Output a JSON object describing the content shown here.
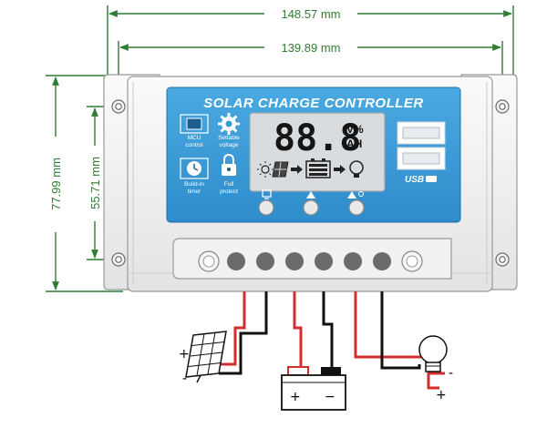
{
  "dimensions": {
    "overall_width": "148.57 mm",
    "mounting_width": "139.89 mm",
    "overall_height": "77.99 mm",
    "mounting_height": "55.71 mm"
  },
  "panel": {
    "title": "SOLAR CHARGE CONTROLLER",
    "lcd_digits": "88.8",
    "lcd_unit_top": "V%",
    "lcd_unit_bottom": "AH",
    "features": [
      {
        "line1": "MCU",
        "line2": "control"
      },
      {
        "line1": "Settable",
        "line2": "voltage"
      },
      {
        "line1": "Build-in",
        "line2": "timer"
      },
      {
        "line1": "Full",
        "line2": "protect"
      }
    ],
    "usb_label": "USB"
  },
  "wiring": {
    "panel_plus": "+",
    "panel_minus": "-",
    "battery_plus": "+",
    "battery_minus": "−",
    "load_minus": "-",
    "load_plus": "+"
  },
  "colors": {
    "dimension_lines": "#2e7d32",
    "panel_face": "#3a9bd5",
    "lcd": "#d9dcdf",
    "positive_wire": "#d32f2f",
    "negative_wire": "#111111"
  }
}
